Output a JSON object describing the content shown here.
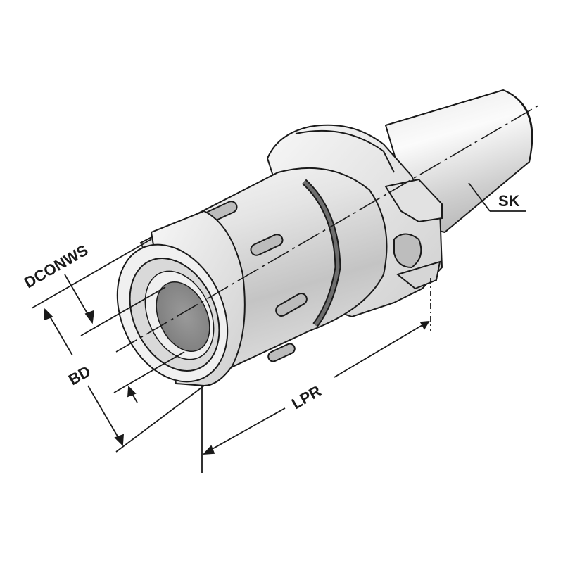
{
  "diagram": {
    "subject": "SK taper toolholder with collet chuck",
    "background": "#ffffff",
    "colors": {
      "outline": "#1a1a1a",
      "metal_light": "#f2f2f2",
      "metal_mid": "#d6d6d6",
      "metal_dark": "#a8a8a8",
      "bore": "#8c8c8c"
    },
    "labels": {
      "dconws": "DCONWS",
      "bd": "BD",
      "lpr": "LPR",
      "sk": "SK"
    }
  }
}
